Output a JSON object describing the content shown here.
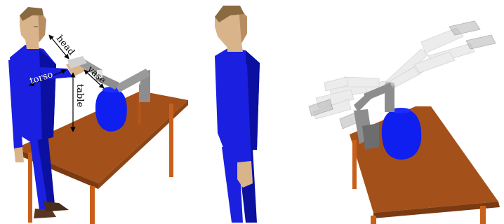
{
  "labels": {
    "head": "head",
    "torso": "torso",
    "vase": "vase",
    "table": "table"
  },
  "colors": {
    "suit": "#1a1fe0",
    "suit_dark": "#0b10a0",
    "skin": "#d9b48a",
    "skin_dark": "#b88d63",
    "hair": "#8a6a40",
    "table_top": "#a4501a",
    "table_leg": "#c8601c",
    "vase": "#0f1ff0",
    "robot": "#8d8d8d",
    "robot_light": "#d7d7d7",
    "shoe": "#5a3622"
  }
}
